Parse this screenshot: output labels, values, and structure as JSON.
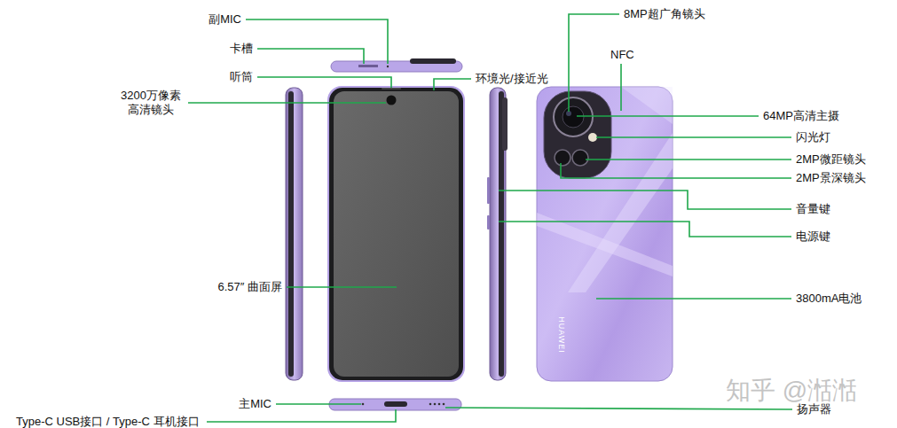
{
  "diagram": {
    "labels": [
      "副MIC",
      "卡槽",
      "听筒",
      "3200万像素 高清镜头",
      "6.57″ 曲面屏",
      "主MIC",
      "Type-C USB接口 / Type-C 耳机接口",
      "8MP超广角镜头",
      "NFC",
      "环境光/接近光",
      "64MP高清主摄",
      "闪光灯",
      "2MP微距镜头",
      "2MP景深镜头",
      "音量键",
      "电源键",
      "3800mA电池",
      "扬声器",
      "HUAWEI",
      "知乎 @湉湉"
    ]
  }
}
